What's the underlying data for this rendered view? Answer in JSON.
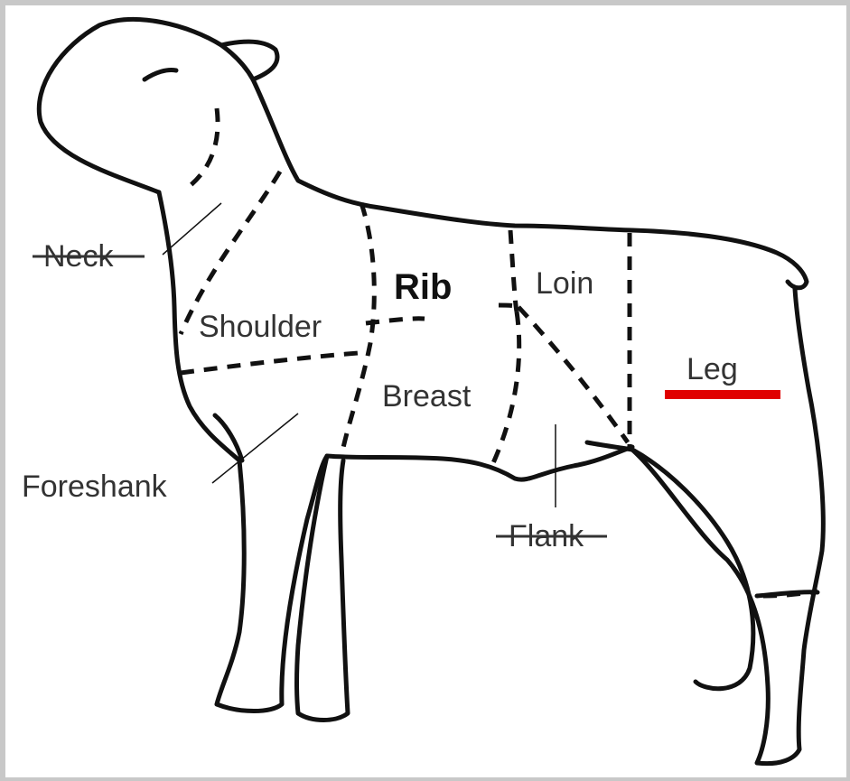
{
  "labels": {
    "neck": "Neck",
    "shoulder": "Shoulder",
    "rib": "Rib",
    "loin": "Loin",
    "breast": "Breast",
    "leg": "Leg",
    "foreshank": "Foreshank",
    "flank": "Flank"
  },
  "colors": {
    "outline": "#111111",
    "label_text": "#333333",
    "leg_underline": "#e00000",
    "frame_border": "#c8c8c8"
  },
  "struck_labels": [
    "Neck",
    "Flank"
  ],
  "emphasized_label": "Rib"
}
